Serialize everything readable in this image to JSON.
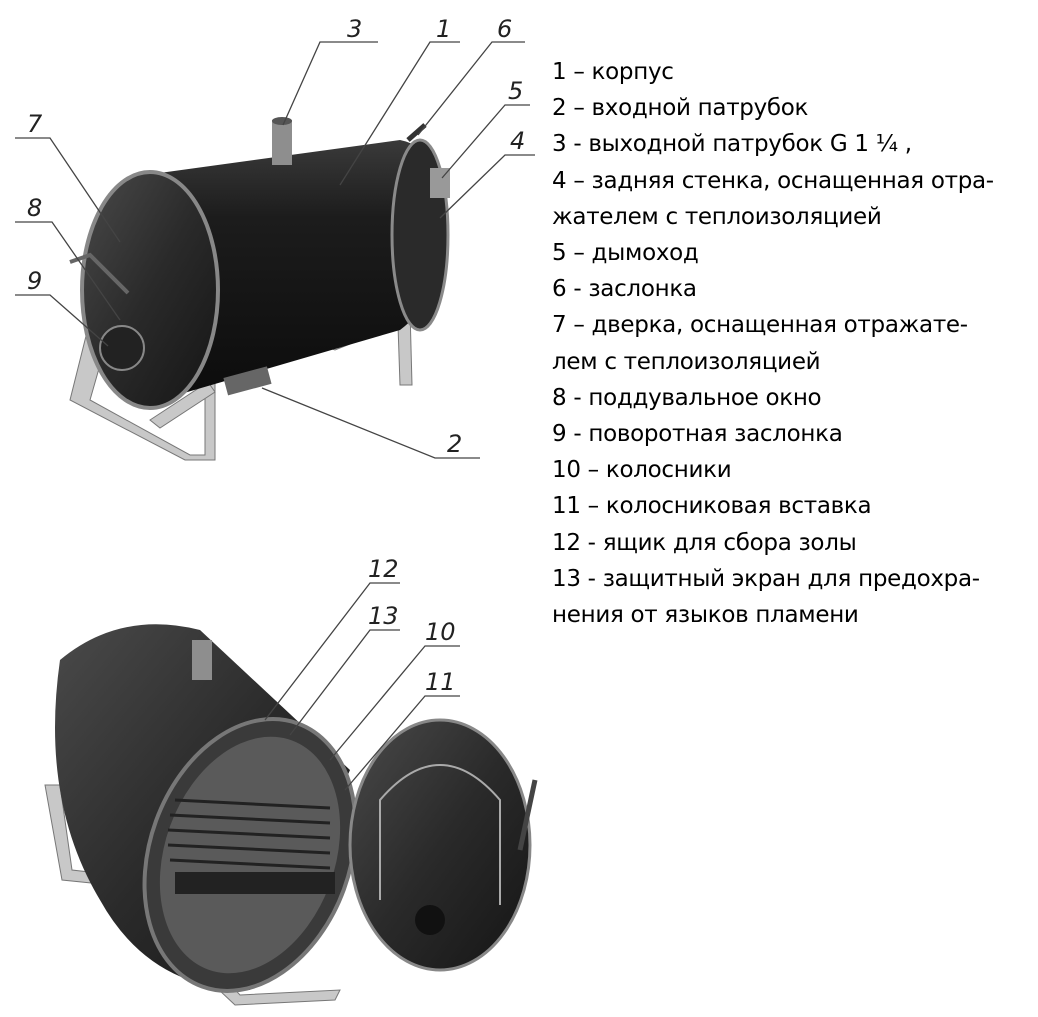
{
  "legend": [
    "1 – корпус",
    "2 – входной патрубок",
    "3 - выходной патрубок G 1 ¼ ,",
    "4 – задняя стенка, оснащенная отра-",
    "жателем с теплоизоляцией",
    "5 – дымоход",
    "6 - заслонка",
    "7 – дверка, оснащенная отражате-",
    "лем с теплоизоляцией",
    "8 - поддувальное окно",
    "9 - поворотная заслонка",
    "10 – колосники",
    "11 – колосниковая вставка",
    "12 - ящик для сбора золы",
    "13 - защитный экран для предохра-",
    "нения от языков пламени"
  ],
  "callouts_top": {
    "c1": "1",
    "c2": "2",
    "c3": "3",
    "c4": "4",
    "c5": "5",
    "c6": "6",
    "c7": "7",
    "c8": "8",
    "c9": "9"
  },
  "callouts_bottom": {
    "c10": "10",
    "c11": "11",
    "c12": "12",
    "c13": "13"
  }
}
